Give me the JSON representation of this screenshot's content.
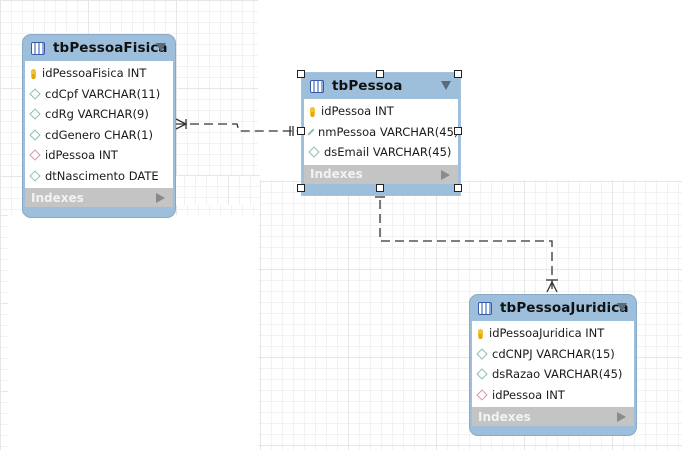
{
  "diagram": {
    "type": "EER diagram",
    "tables": [
      {
        "id": "tbPessoaFisica",
        "name": "tbPessoaFisica",
        "selected": false,
        "columns": [
          {
            "text": "idPessoaFisica INT",
            "kind": "primary-key"
          },
          {
            "text": "cdCpf VARCHAR(11)",
            "kind": "column"
          },
          {
            "text": "cdRg VARCHAR(9)",
            "kind": "column"
          },
          {
            "text": "cdGenero CHAR(1)",
            "kind": "column"
          },
          {
            "text": "idPessoa INT",
            "kind": "foreign-key"
          },
          {
            "text": "dtNascimento DATE",
            "kind": "column"
          }
        ],
        "indexes_label": "Indexes"
      },
      {
        "id": "tbPessoa",
        "name": "tbPessoa",
        "selected": true,
        "columns": [
          {
            "text": "idPessoa INT",
            "kind": "primary-key"
          },
          {
            "text": "nmPessoa VARCHAR(45)",
            "kind": "column"
          },
          {
            "text": "dsEmail VARCHAR(45)",
            "kind": "column"
          }
        ],
        "indexes_label": "Indexes"
      },
      {
        "id": "tbPessoaJuridica",
        "name": "tbPessoaJuridica",
        "selected": false,
        "columns": [
          {
            "text": "idPessoaJuridica INT",
            "kind": "primary-key"
          },
          {
            "text": "cdCNPJ VARCHAR(15)",
            "kind": "column"
          },
          {
            "text": "dsRazao VARCHAR(45)",
            "kind": "column"
          },
          {
            "text": "idPessoa INT",
            "kind": "foreign-key"
          }
        ],
        "indexes_label": "Indexes"
      }
    ],
    "relationships": [
      {
        "from": "tbPessoa",
        "to": "tbPessoaFisica",
        "from_cardinality": "one-and-only-one",
        "to_cardinality": "one-or-many",
        "style": "dashed"
      },
      {
        "from": "tbPessoa",
        "to": "tbPessoaJuridica",
        "from_cardinality": "one-and-only-one",
        "to_cardinality": "one-or-many",
        "style": "dashed"
      }
    ],
    "colors": {
      "table_header": "#9dbfdc",
      "indexes_bar": "#c4c4c4",
      "primary_key": "#f1c232",
      "column_icon": "#8cbdb8",
      "foreign_key_icon": "#d39aa2",
      "grid": "#e6e6e6"
    }
  }
}
